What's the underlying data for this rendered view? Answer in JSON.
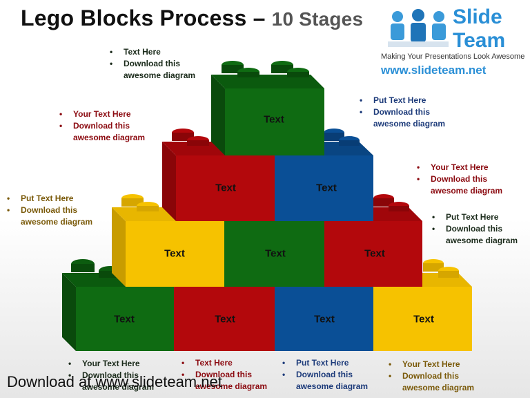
{
  "title": {
    "main": "Lego Blocks Process –",
    "sub": "10 Stages"
  },
  "logo": {
    "name_line1": "Slide",
    "name_line2": "Team",
    "tagline": "Making Your Presentations Look Awesome",
    "url": "www.slideteam.net"
  },
  "colors": {
    "green": "#0f6b12",
    "red": "#b3080c",
    "blue": "#0a4f96",
    "yellow": "#f6c200",
    "text_maroon": "#8b0a10",
    "text_navy": "#1d3b7a",
    "text_olive": "#7a5a0a",
    "text_dark": "#1b2b1b"
  },
  "blocks": [
    {
      "label": "Text",
      "color": "green"
    },
    {
      "label": "Text",
      "color": "red"
    },
    {
      "label": "Text",
      "color": "blue"
    },
    {
      "label": "Text",
      "color": "yellow"
    },
    {
      "label": "Text",
      "color": "green"
    },
    {
      "label": "Text",
      "color": "red"
    },
    {
      "label": "Text",
      "color": "red"
    },
    {
      "label": "Text",
      "color": "blue"
    },
    {
      "label": "Text",
      "color": "green"
    },
    {
      "label": "Text",
      "color": "green"
    }
  ],
  "callouts": [
    {
      "line1": "Text Here",
      "line2": "Download this",
      "line3": "awesome diagram"
    },
    {
      "line1": "Your Text Here",
      "line2": "Download this",
      "line3": "awesome diagram"
    },
    {
      "line1": "Put Text Here",
      "line2": "Download this",
      "line3": "awesome diagram"
    },
    {
      "line1": "Put Text Here",
      "line2": "Download this",
      "line3": "awesome diagram"
    },
    {
      "line1": "Your Text Here",
      "line2": "Download this",
      "line3": "awesome diagram"
    },
    {
      "line1": "Put Text Here",
      "line2": "Download this",
      "line3": "awesome diagram"
    },
    {
      "line1": "Your Text Here",
      "line2": "Download this",
      "line3": "awesome diagram"
    },
    {
      "line1": "Text Here",
      "line2": "Download this",
      "line3": "awesome diagram"
    },
    {
      "line1": "Put Text Here",
      "line2": "Download this",
      "line3": "awesome diagram"
    },
    {
      "line1": "Your Text Here",
      "line2": "Download this",
      "line3": "awesome diagram"
    }
  ],
  "footer": {
    "download": "Download at www.slideteam.net"
  }
}
